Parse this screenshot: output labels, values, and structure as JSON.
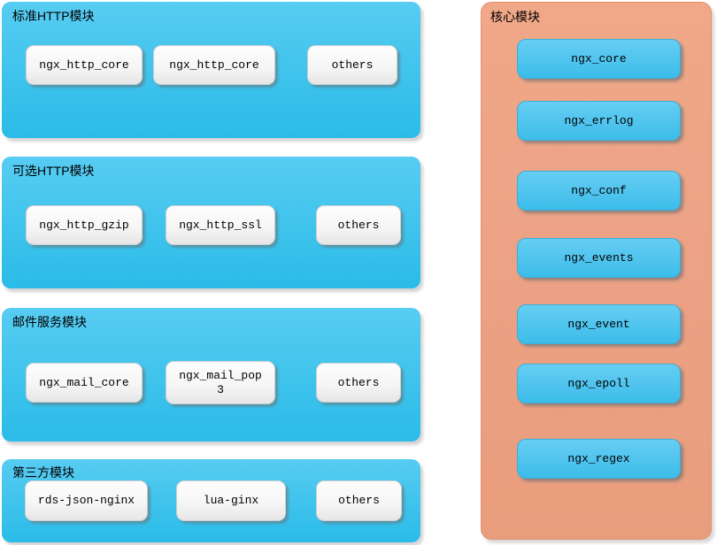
{
  "diagram": {
    "subject": "nginx modules architecture",
    "left_panels": [
      {
        "title": "标准HTTP模块",
        "boxes": [
          {
            "label": "ngx_http_core"
          },
          {
            "label": "ngx_http_core"
          },
          {
            "label": "others"
          }
        ]
      },
      {
        "title": "可选HTTP模块",
        "boxes": [
          {
            "label": "ngx_http_gzip"
          },
          {
            "label": "ngx_http_ssl"
          },
          {
            "label": "others"
          }
        ]
      },
      {
        "title": "邮件服务模块",
        "boxes": [
          {
            "label": "ngx_mail_core"
          },
          {
            "label": "ngx_mail_pop\n3"
          },
          {
            "label": "others"
          }
        ]
      },
      {
        "title": "第三方模块",
        "boxes": [
          {
            "label": "rds-json-nginx"
          },
          {
            "label": "lua-ginx"
          },
          {
            "label": "others"
          }
        ]
      }
    ],
    "core_panel": {
      "title": "核心模块",
      "boxes": [
        {
          "label": "ngx_core"
        },
        {
          "label": "ngx_errlog"
        },
        {
          "label": "ngx_conf"
        },
        {
          "label": "ngx_events"
        },
        {
          "label": "ngx_event"
        },
        {
          "label": "ngx_epoll"
        },
        {
          "label": "ngx_regex"
        }
      ]
    },
    "colors": {
      "left_panel_top": "#58ccf2",
      "left_panel_bottom": "#2bbbe8",
      "core_panel_top": "#f0a888",
      "core_panel_bottom": "#e99d7d",
      "blue_box_top": "#67cef2",
      "blue_box_bottom": "#3cbde9",
      "white_box_top": "#fdfdfd",
      "white_box_bottom": "#e6e6e6",
      "text": "#000000",
      "background": "#ffffff"
    }
  }
}
